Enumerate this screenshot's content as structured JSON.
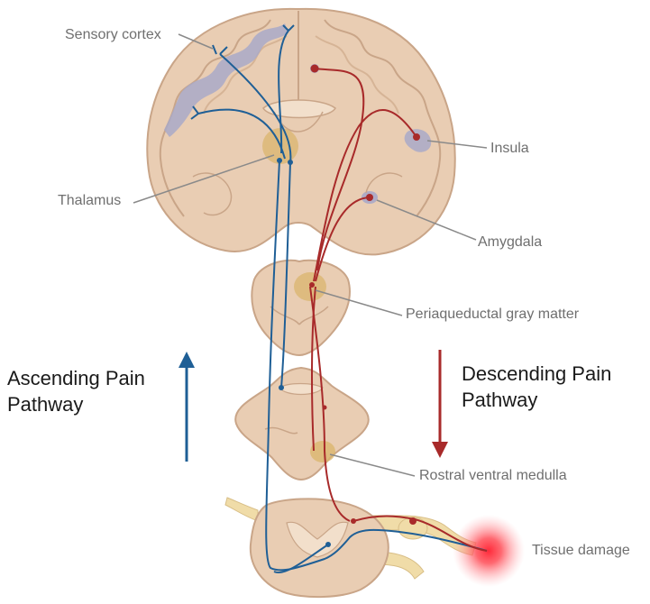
{
  "labels": {
    "sensory_cortex": "Sensory cortex",
    "thalamus": "Thalamus",
    "insula": "Insula",
    "amygdala": "Amygdala",
    "periaqueductal_gray": "Periaqueductal gray matter",
    "rostral_ventral_medulla": "Rostral ventral medulla",
    "tissue_damage": "Tissue damage"
  },
  "pathways": {
    "ascending": {
      "line1": "Ascending Pain",
      "line2": "Pathway",
      "color": "#1f5f96"
    },
    "descending": {
      "line1": "Descending Pain",
      "line2": "Pathway",
      "color": "#a82a2a"
    }
  },
  "colors": {
    "tissue": "#e9cdb3",
    "tissue_outline": "#c9a588",
    "gray_matter": "#f2dfcb",
    "nucleus": "#d9b46a",
    "cortex_region": "#a9a9c8",
    "nerve": "#f0dca8",
    "damage": "#e8343c",
    "leader": "#8a8a8a"
  }
}
